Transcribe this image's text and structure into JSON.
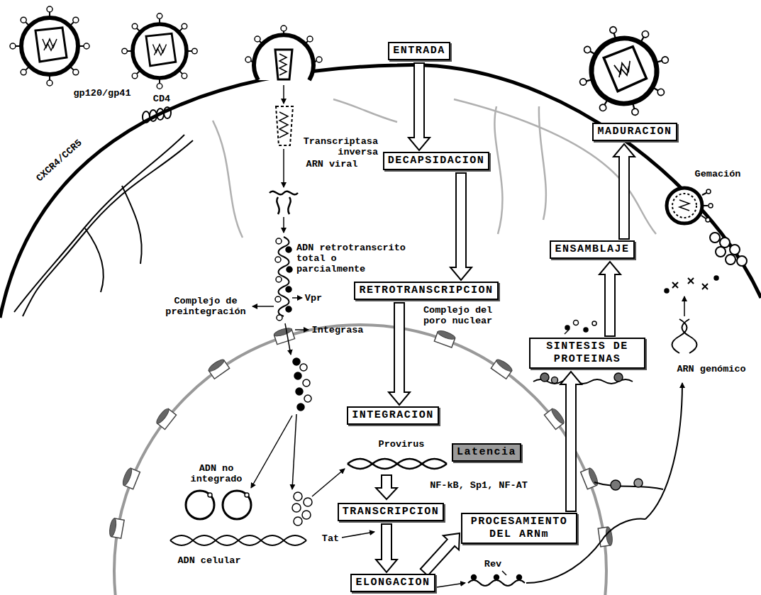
{
  "diagram": {
    "nodes": [
      {
        "text": [
          "ENTRADA"
        ]
      },
      {
        "text": [
          "DECAPSIDACION"
        ]
      },
      {
        "text": [
          "RETROTRANSCRIPCION"
        ]
      },
      {
        "text": [
          "INTEGRACION"
        ]
      },
      {
        "text": [
          "Latencia"
        ]
      },
      {
        "text": [
          "TRANSCRIPCION"
        ]
      },
      {
        "text": [
          "ELONGACION"
        ]
      },
      {
        "text": [
          "PROCESAMIENTO DEL ARNm"
        ]
      },
      {
        "text": [
          "SINTESIS DE PROTEINAS"
        ]
      },
      {
        "text": [
          "ENSAMBLAJE"
        ]
      },
      {
        "text": [
          "MADURACION"
        ]
      }
    ],
    "edges": [
      {
        "from": 0,
        "to": 1,
        "arrow": "to"
      },
      {
        "from": 1,
        "to": 2,
        "arrow": "to"
      },
      {
        "from": 2,
        "to": 3,
        "arrow": "to"
      },
      {
        "from": 5,
        "to": 6,
        "arrow": "to"
      },
      {
        "from": 6,
        "to": 7,
        "arrow": "to"
      },
      {
        "from": 7,
        "to": 8,
        "arrow": "to"
      },
      {
        "from": 8,
        "to": 9,
        "arrow": "to"
      },
      {
        "from": 9,
        "to": 10,
        "arrow": "to"
      }
    ],
    "labels": [
      "gp120/gp41",
      "CD4",
      "CXCR4/CCR5",
      "Transcriptasa inversa",
      "ARN viral",
      "ADN retrotranscrito total o parcialmente",
      "Complejo de preintegración",
      "Vpr",
      "Integrasa",
      "Complejo del poro nuclear",
      "Provirus",
      "ADN no integrado",
      "NF-kB, Sp1, NF-AT",
      "ADN celular",
      "Tat",
      "Rev",
      "Gemación",
      "ARN genómico"
    ]
  }
}
